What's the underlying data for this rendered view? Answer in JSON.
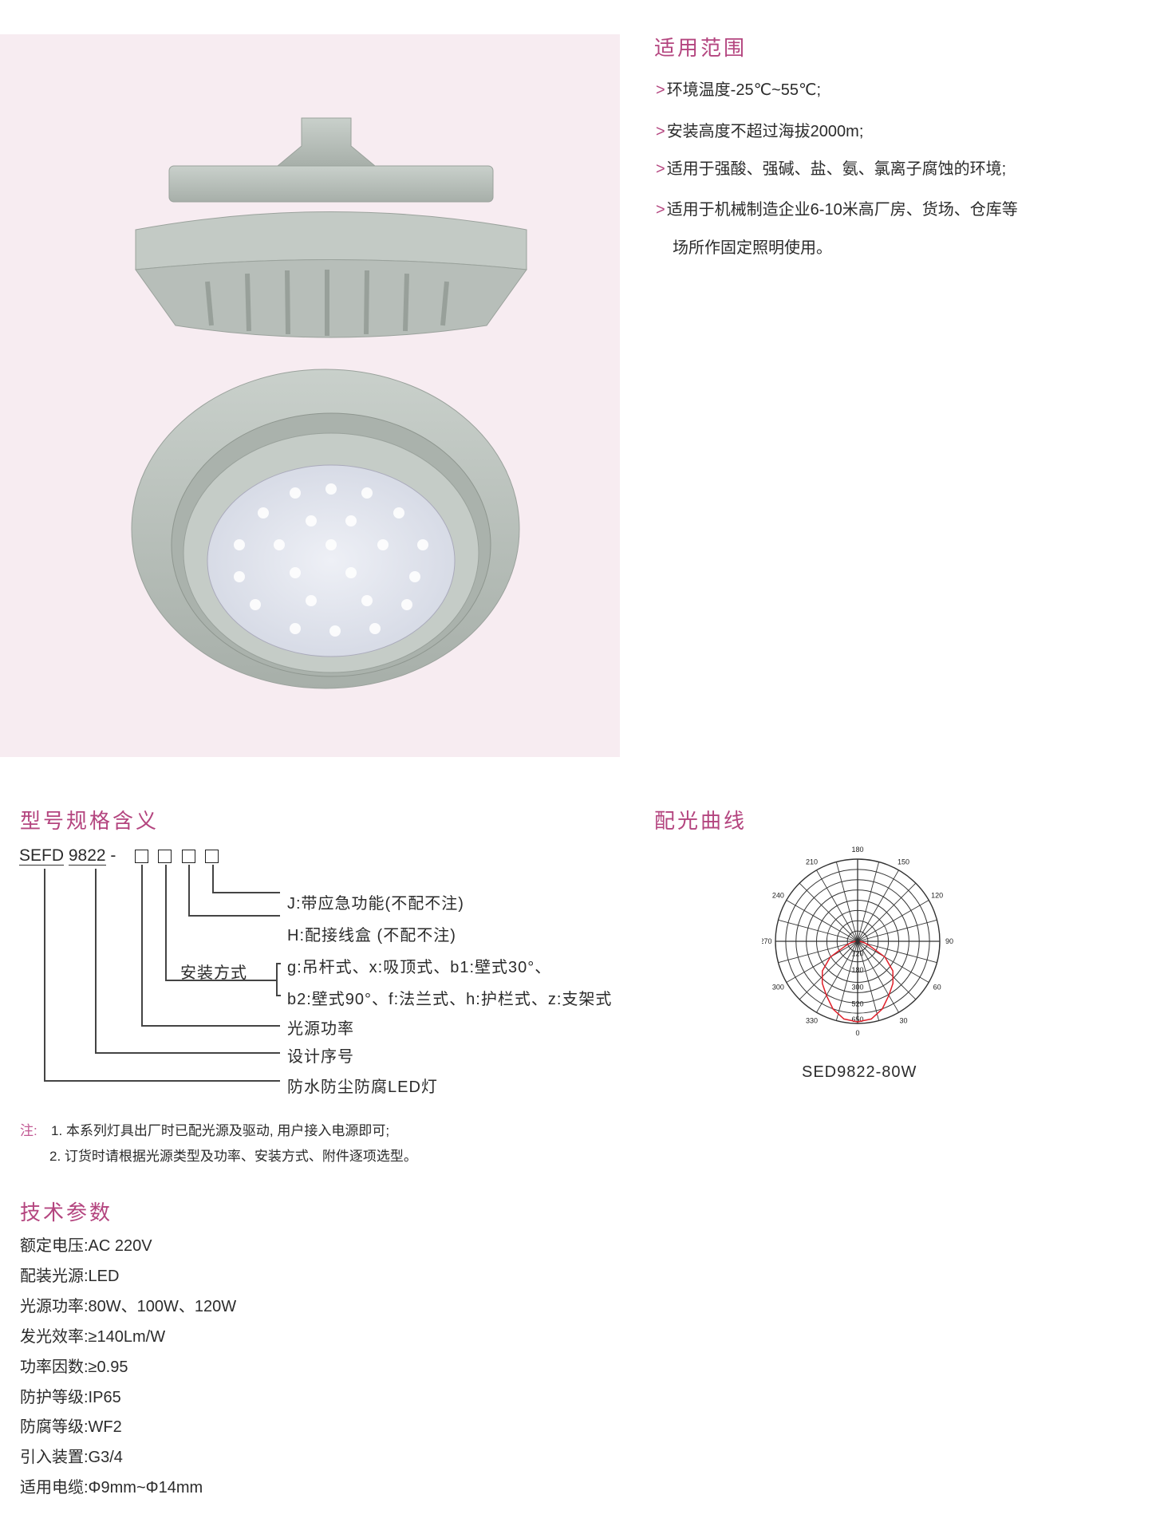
{
  "scope": {
    "title": "适用范围",
    "bullet": ">",
    "items": [
      "环境温度-25℃~55℃;",
      "安装高度不超过海拔2000m;",
      "适用于强酸、强碱、盐、氨、氯离子腐蚀的环境;",
      "适用于机械制造企业6-10米高厂房、货场、仓库等",
      "场所作固定照明使用。"
    ]
  },
  "model": {
    "title": "型号规格含义",
    "prefix": "SEFD",
    "series": "9822",
    "dash": "-",
    "install_label": "安装方式",
    "labels": {
      "j": "J:带应急功能(不配不注)",
      "h": "H:配接线盒 (不配不注)",
      "install1": "g:吊杆式、x:吸顶式、b1:壁式30°、",
      "install2": "b2:壁式90°、f:法兰式、h:护栏式、z:支架式",
      "power": "光源功率",
      "design": "设计序号",
      "product": "防水防尘防腐LED灯"
    }
  },
  "notes": {
    "label": "注:",
    "items": [
      "1. 本系列灯具出厂时已配光源及驱动, 用户接入电源即可;",
      "2. 订货时请根据光源类型及功率、安装方式、附件逐项选型。"
    ]
  },
  "tech": {
    "title": "技术参数",
    "items": [
      "额定电压:AC 220V",
      "配装光源:LED",
      "光源功率:80W、100W、120W",
      "发光效率:≥140Lm/W",
      "功率因数:≥0.95",
      "防护等级:IP65",
      "防腐等级:WF2",
      "引入装置:G3/4",
      "适用电缆:Φ9mm~Φ14mm"
    ]
  },
  "chart_data": {
    "type": "polar",
    "title": "配光曲线",
    "caption": "SED9822-80W",
    "angle_labels": [
      "0",
      "30",
      "60",
      "90",
      "120",
      "150",
      "180",
      "210",
      "240",
      "270",
      "300",
      "330"
    ],
    "radial_labels": [
      "120",
      "180",
      "300",
      "520",
      "650"
    ],
    "series": [
      {
        "name": "SED9822-80W",
        "color": "#e0202a",
        "angles": [
          0,
          10,
          20,
          30,
          40,
          50,
          60,
          70,
          80,
          90
        ],
        "values": [
          680,
          660,
          600,
          520,
          420,
          300,
          200,
          120,
          60,
          20
        ]
      }
    ]
  },
  "colors": {
    "accent": "#b4457f",
    "photo_bg": "#f7ecf1"
  }
}
